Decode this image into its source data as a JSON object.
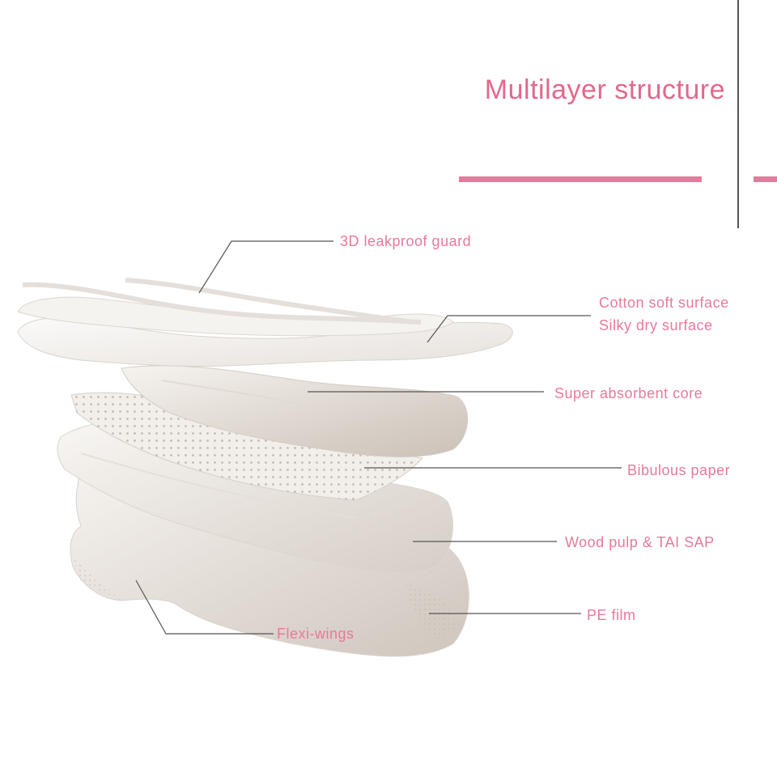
{
  "title": "Multilayer structure",
  "labels": {
    "leakproof_guard": "3D leakproof guard",
    "cotton_surface": "Cotton soft surface",
    "silky_surface": "Silky dry surface",
    "absorbent_core": "Super absorbent core",
    "bibulous_paper": "Bibulous paper",
    "wood_pulp": "Wood pulp & TAI SAP",
    "pe_film": "PE film",
    "flexi_wings": "Flexi-wings"
  },
  "colors": {
    "accent": "#e8799a",
    "title": "#e2688c",
    "leader_line": "#555555",
    "layer_shadow": "#cdc5bd"
  }
}
